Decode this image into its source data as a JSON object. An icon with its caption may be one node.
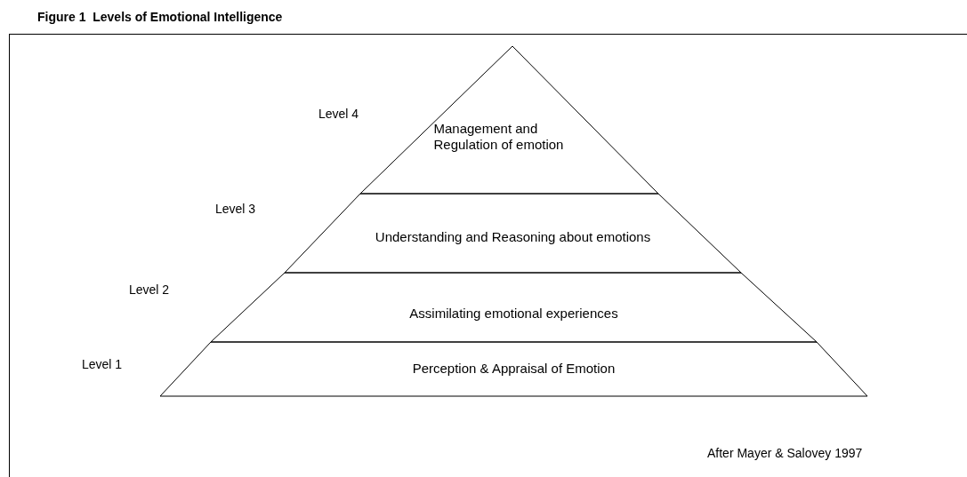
{
  "diagram": {
    "title": "Figure 1  Levels of Emotional Intelligence",
    "nodes": [
      {
        "text": [
          "Management and Regulation of emotion"
        ],
        "beside": [
          "Level 4"
        ]
      },
      {
        "text": [
          "Understanding and Reasoning about emotions"
        ],
        "beside": [
          "Level 3"
        ]
      },
      {
        "text": [
          "Assimilating emotional experiences"
        ],
        "beside": [
          "Level 2"
        ]
      },
      {
        "text": [
          "Perception & Appraisal of Emotion"
        ],
        "beside": [
          "Level 1"
        ]
      }
    ],
    "caption": "After Mayer & Salovey 1997"
  }
}
